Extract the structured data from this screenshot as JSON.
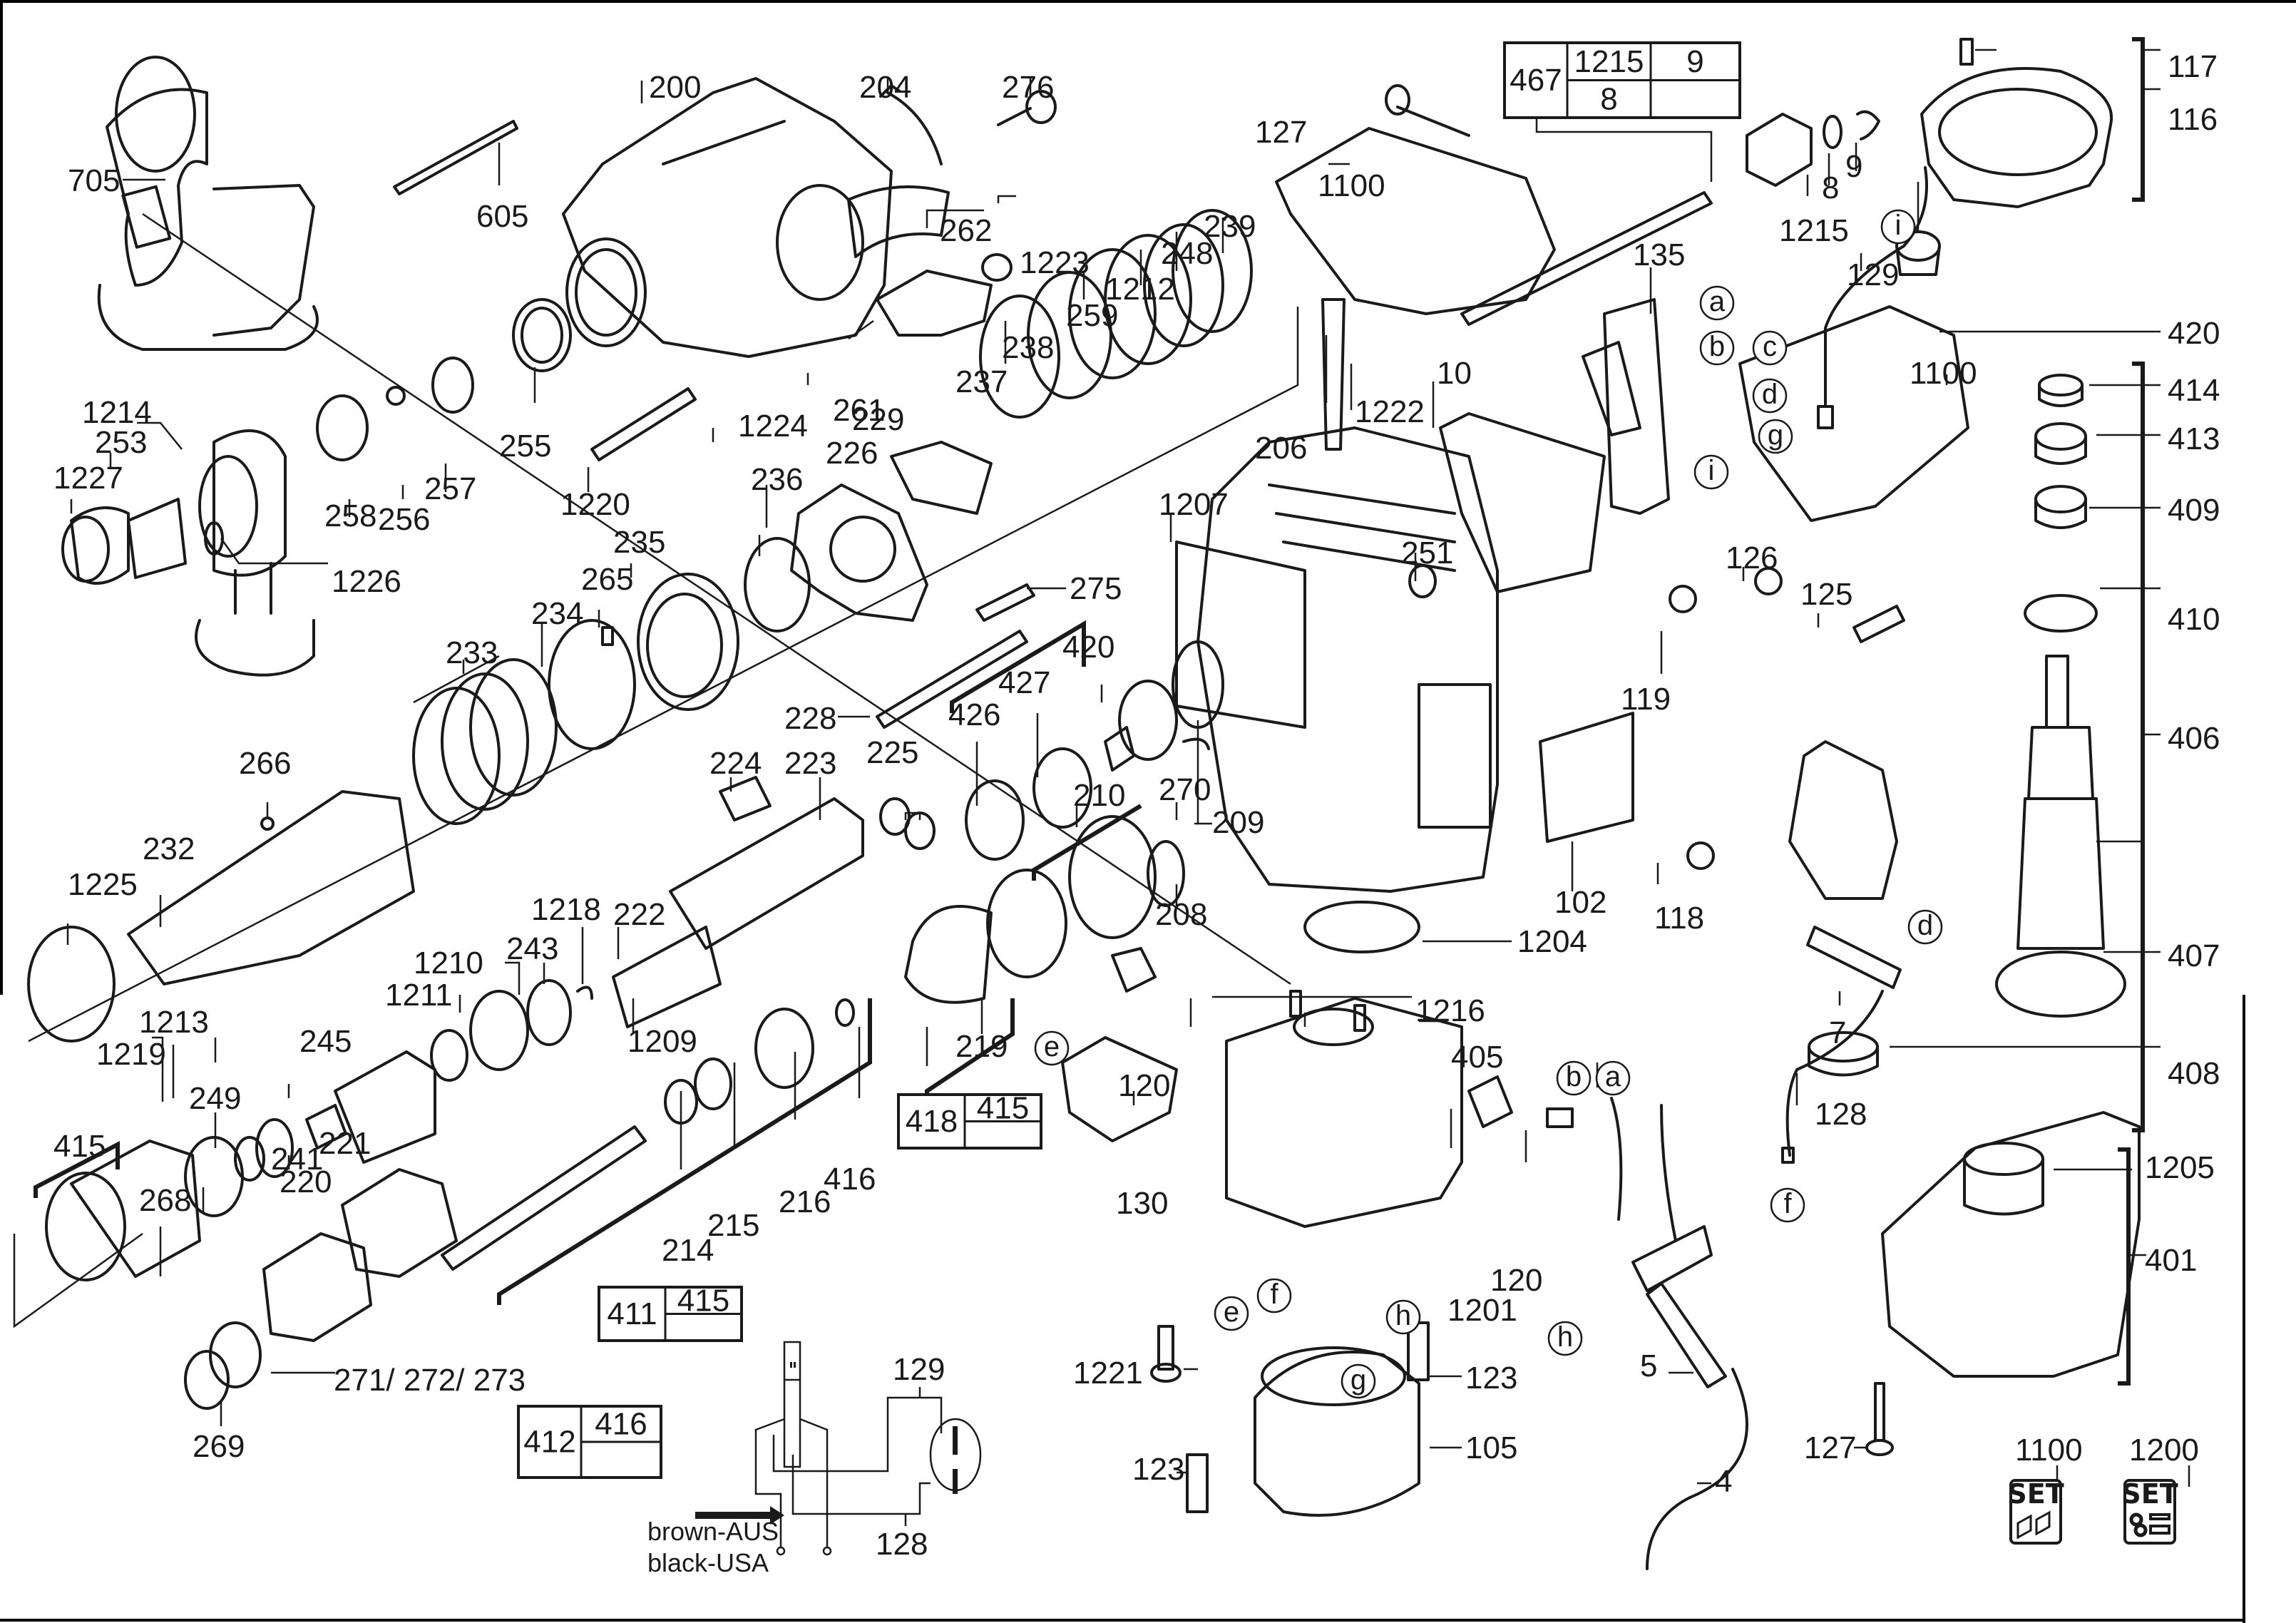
{
  "diagram": {
    "type": "exploded-parts-diagram",
    "subject": "rotary hammer drill",
    "callouts": [
      {
        "id": "705",
        "label": "705"
      },
      {
        "id": "605",
        "label": "605"
      },
      {
        "id": "200",
        "label": "200"
      },
      {
        "id": "204",
        "label": "204"
      },
      {
        "id": "276",
        "label": "276"
      },
      {
        "id": "262",
        "label": "262"
      },
      {
        "id": "1223",
        "label": "1223"
      },
      {
        "id": "239",
        "label": "239"
      },
      {
        "id": "248",
        "label": "248"
      },
      {
        "id": "1212",
        "label": "1212"
      },
      {
        "id": "259",
        "label": "259"
      },
      {
        "id": "238",
        "label": "238"
      },
      {
        "id": "237",
        "label": "237"
      },
      {
        "id": "261",
        "label": "261"
      },
      {
        "id": "1224",
        "label": "1224"
      },
      {
        "id": "229",
        "label": "229"
      },
      {
        "id": "226",
        "label": "226"
      },
      {
        "id": "236",
        "label": "236"
      },
      {
        "id": "255",
        "label": "255"
      },
      {
        "id": "1220",
        "label": "1220"
      },
      {
        "id": "1214",
        "label": "1214"
      },
      {
        "id": "253",
        "label": "253"
      },
      {
        "id": "1227",
        "label": "1227"
      },
      {
        "id": "258",
        "label": "258"
      },
      {
        "id": "256",
        "label": "256"
      },
      {
        "id": "257",
        "label": "257"
      },
      {
        "id": "1226",
        "label": "1226"
      },
      {
        "id": "127a",
        "label": "127"
      },
      {
        "id": "1100a",
        "label": "1100"
      },
      {
        "id": "1222",
        "label": "1222"
      },
      {
        "id": "206",
        "label": "206"
      },
      {
        "id": "10",
        "label": "10"
      },
      {
        "id": "135",
        "label": "135"
      },
      {
        "id": "1215",
        "label": "1215"
      },
      {
        "id": "8",
        "label": "8"
      },
      {
        "id": "9",
        "label": "9"
      },
      {
        "id": "129a",
        "label": "129"
      },
      {
        "id": "1100b",
        "label": "1100"
      },
      {
        "id": "117",
        "label": "117"
      },
      {
        "id": "116",
        "label": "116"
      },
      {
        "id": "420a",
        "label": "420"
      },
      {
        "id": "414",
        "label": "414"
      },
      {
        "id": "413",
        "label": "413"
      },
      {
        "id": "409",
        "label": "409"
      },
      {
        "id": "410",
        "label": "410"
      },
      {
        "id": "406",
        "label": "406"
      },
      {
        "id": "407",
        "label": "407"
      },
      {
        "id": "408",
        "label": "408"
      },
      {
        "id": "1205",
        "label": "1205"
      },
      {
        "id": "401",
        "label": "401"
      },
      {
        "id": "126",
        "label": "126"
      },
      {
        "id": "125",
        "label": "125"
      },
      {
        "id": "119",
        "label": "119"
      },
      {
        "id": "118",
        "label": "118"
      },
      {
        "id": "102",
        "label": "102"
      },
      {
        "id": "1204",
        "label": "1204"
      },
      {
        "id": "251",
        "label": "251"
      },
      {
        "id": "1207",
        "label": "1207"
      },
      {
        "id": "275",
        "label": "275"
      },
      {
        "id": "420b",
        "label": "420"
      },
      {
        "id": "427",
        "label": "427"
      },
      {
        "id": "426",
        "label": "426"
      },
      {
        "id": "228",
        "label": "228"
      },
      {
        "id": "235",
        "label": "235"
      },
      {
        "id": "265",
        "label": "265"
      },
      {
        "id": "234",
        "label": "234"
      },
      {
        "id": "233",
        "label": "233"
      },
      {
        "id": "266",
        "label": "266"
      },
      {
        "id": "232",
        "label": "232"
      },
      {
        "id": "1225",
        "label": "1225"
      },
      {
        "id": "224",
        "label": "224"
      },
      {
        "id": "223",
        "label": "223"
      },
      {
        "id": "225",
        "label": "225"
      },
      {
        "id": "210",
        "label": "210"
      },
      {
        "id": "270",
        "label": "270"
      },
      {
        "id": "209",
        "label": "209"
      },
      {
        "id": "208",
        "label": "208"
      },
      {
        "id": "222",
        "label": "222"
      },
      {
        "id": "1218",
        "label": "1218"
      },
      {
        "id": "243",
        "label": "243"
      },
      {
        "id": "1210",
        "label": "1210"
      },
      {
        "id": "1211",
        "label": "1211"
      },
      {
        "id": "1209",
        "label": "1209"
      },
      {
        "id": "219",
        "label": "219"
      },
      {
        "id": "1213",
        "label": "1213"
      },
      {
        "id": "1219",
        "label": "1219"
      },
      {
        "id": "245",
        "label": "245"
      },
      {
        "id": "241",
        "label": "241"
      },
      {
        "id": "249",
        "label": "249"
      },
      {
        "id": "415a",
        "label": "415"
      },
      {
        "id": "221",
        "label": "221"
      },
      {
        "id": "220",
        "label": "220"
      },
      {
        "id": "268",
        "label": "268"
      },
      {
        "id": "271-273",
        "label": "271/ 272/ 273"
      },
      {
        "id": "269",
        "label": "269"
      },
      {
        "id": "214",
        "label": "214"
      },
      {
        "id": "215",
        "label": "215"
      },
      {
        "id": "216",
        "label": "216"
      },
      {
        "id": "416a",
        "label": "416"
      },
      {
        "id": "120a",
        "label": "120"
      },
      {
        "id": "130",
        "label": "130"
      },
      {
        "id": "1216",
        "label": "1216"
      },
      {
        "id": "405",
        "label": "405"
      },
      {
        "id": "120b",
        "label": "120"
      },
      {
        "id": "1201",
        "label": "1201"
      },
      {
        "id": "1221",
        "label": "1221"
      },
      {
        "id": "123a",
        "label": "123"
      },
      {
        "id": "123b",
        "label": "123"
      },
      {
        "id": "105",
        "label": "105"
      },
      {
        "id": "7",
        "label": "7"
      },
      {
        "id": "128a",
        "label": "128"
      },
      {
        "id": "5",
        "label": "5"
      },
      {
        "id": "4",
        "label": "4"
      },
      {
        "id": "127b",
        "label": "127"
      },
      {
        "id": "129b",
        "label": "129"
      },
      {
        "id": "128b",
        "label": "128"
      }
    ],
    "letter_callouts": [
      {
        "id": "i1",
        "label": "i"
      },
      {
        "id": "a1",
        "label": "a"
      },
      {
        "id": "b1",
        "label": "b"
      },
      {
        "id": "c1",
        "label": "c"
      },
      {
        "id": "d1",
        "label": "d"
      },
      {
        "id": "g1",
        "label": "g"
      },
      {
        "id": "i2",
        "label": "i"
      },
      {
        "id": "d2",
        "label": "d"
      },
      {
        "id": "e1",
        "label": "e"
      },
      {
        "id": "e2",
        "label": "e"
      },
      {
        "id": "f1",
        "label": "f"
      },
      {
        "id": "g2",
        "label": "g"
      },
      {
        "id": "h1",
        "label": "h"
      },
      {
        "id": "h2",
        "label": "h"
      },
      {
        "id": "b2",
        "label": "b"
      },
      {
        "id": "a2",
        "label": "a"
      },
      {
        "id": "f2",
        "label": "f"
      }
    ],
    "kit_tables": [
      {
        "id": "kit-467",
        "main": "467",
        "cells": [
          "1215",
          "9",
          "8",
          ""
        ]
      },
      {
        "id": "kit-418",
        "main": "418",
        "cells": [
          "415",
          ""
        ]
      },
      {
        "id": "kit-411",
        "main": "411",
        "cells": [
          "415",
          ""
        ]
      },
      {
        "id": "kit-412",
        "main": "412",
        "cells": [
          "416",
          ""
        ]
      }
    ],
    "set_badges": [
      {
        "id": "set-1100",
        "number": "1100",
        "text": "SET",
        "icon": "carbon-brush-set-icon"
      },
      {
        "id": "set-1200",
        "number": "1200",
        "text": "SET",
        "icon": "seals-screws-grease-set-icon"
      }
    ],
    "wiring_legend": {
      "line1": "brown-AUS",
      "line2": "black-USA"
    }
  }
}
